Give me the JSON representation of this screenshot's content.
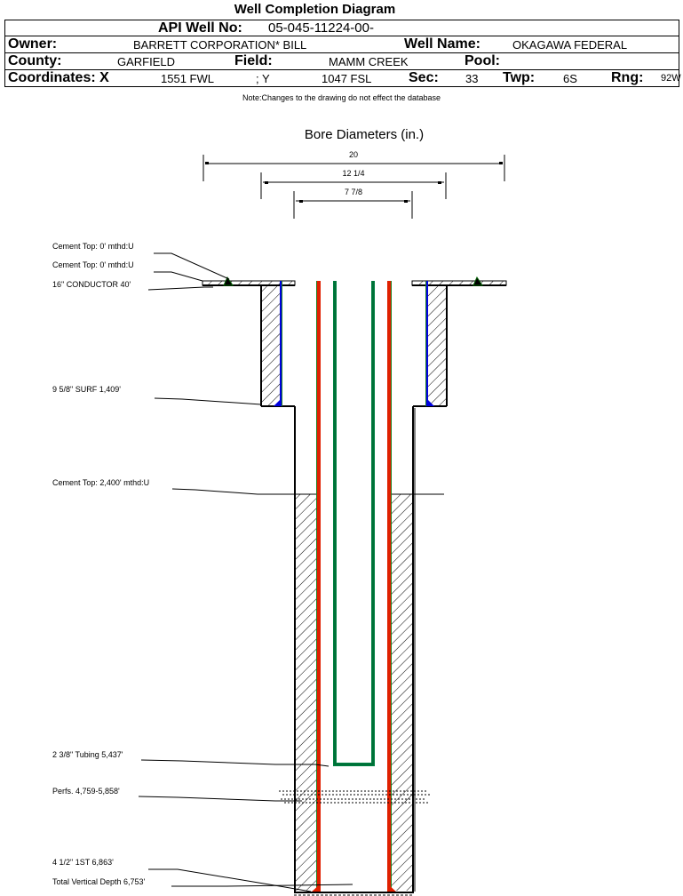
{
  "title": "Well Completion Diagram",
  "header": {
    "api_label": "API Well No:",
    "api_value": "05-045-11224-00-",
    "owner_label": "Owner:",
    "owner_value": "BARRETT CORPORATION* BILL",
    "well_name_label": "Well Name:",
    "well_name_value": "OKAGAWA FEDERAL",
    "county_label": "County:",
    "county_value": "GARFIELD",
    "field_label": "Field:",
    "field_value": "MAMM CREEK",
    "pool_label": "Pool:",
    "pool_value": "",
    "coords_label": "Coordinates: X",
    "x_value": "1551 FWL",
    "y_label": "; Y",
    "y_value": "1047 FSL",
    "sec_label": "Sec:",
    "sec_value": "33",
    "twp_label": "Twp:",
    "twp_value": "6S",
    "rng_label": "Rng:",
    "rng_value": "92W"
  },
  "note": "Note:Changes to the drawing do not effect the database",
  "bore_diameters": {
    "title": "Bore Diameters (in.)",
    "items": [
      "20",
      "12 1/4",
      "7 7/8"
    ]
  },
  "annotations": [
    {
      "id": "cement-top-1",
      "text": "Cement Top: 0' mthd:U"
    },
    {
      "id": "cement-top-2",
      "text": "Cement Top: 0' mthd:U"
    },
    {
      "id": "conductor",
      "text": "16\" CONDUCTOR  40'"
    },
    {
      "id": "surface-casing",
      "text": "9 5/8\" SURF       1,409'"
    },
    {
      "id": "cement-top-3",
      "text": "Cement Top: 2,400' mthd:U"
    },
    {
      "id": "tubing",
      "text": "2 3/8\" Tubing 5,437'"
    },
    {
      "id": "perfs",
      "text": "Perfs. 4,759-5,858'"
    },
    {
      "id": "production-casing",
      "text": "4 1/2\" 1ST        6,863'"
    },
    {
      "id": "tvd",
      "text": "Total Vertical Depth 6,753'"
    }
  ],
  "colors": {
    "tubing": "#008040",
    "production_casing": "#e02000",
    "production_casing_edge": "#208020",
    "surface_casing": "#0000e0",
    "cement_marker": "#006000"
  }
}
